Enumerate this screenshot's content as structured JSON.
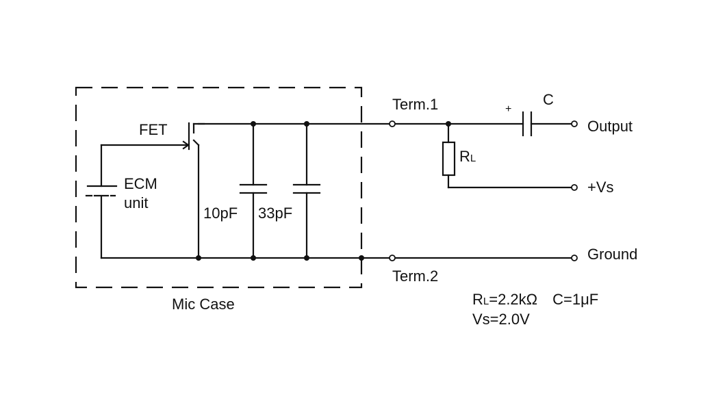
{
  "diagram": {
    "components": {
      "fet": "FET",
      "ecm_line1": "ECM",
      "ecm_line2": "unit",
      "cap_10": "10pF",
      "cap_33": "33pF",
      "mic_case": "Mic Case",
      "coupling_cap": "C",
      "coupling_polarity": "+",
      "load_resistor_main": "R",
      "load_resistor_sub": "L"
    },
    "terminals": {
      "term1": "Term.1",
      "term2": "Term.2",
      "output": "Output",
      "vs": "+Vs",
      "ground": "Ground"
    },
    "specs": {
      "rl_main": "R",
      "rl_sub": "L",
      "rl_value": "=2.2kΩ",
      "c_value": "C=1μF",
      "vs_value": "Vs=2.0V"
    }
  }
}
